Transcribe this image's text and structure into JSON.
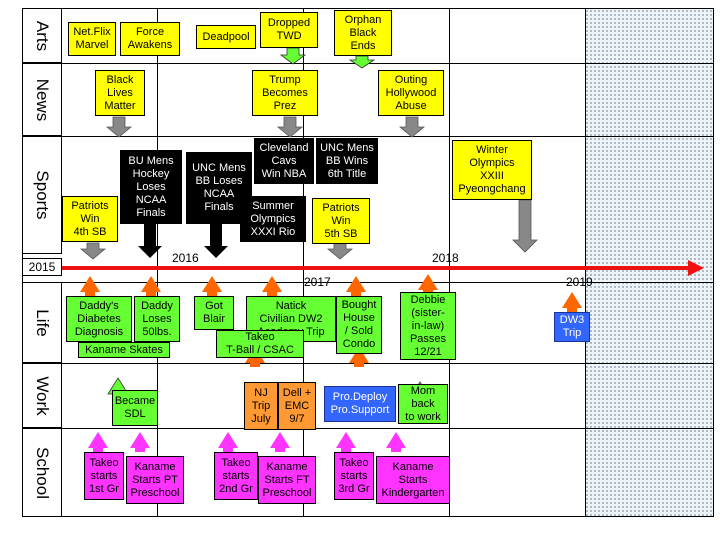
{
  "categories": [
    "Arts",
    "News",
    "Sports",
    "Life",
    "Work",
    "School"
  ],
  "timeline": {
    "years": [
      "2015",
      "2016",
      "2017",
      "2018",
      "2019"
    ],
    "axis_color": "#ee1111"
  },
  "colors": {
    "arts": "#ffff00",
    "news": "#ffff00",
    "sports_dark": "#000000",
    "sports_light": "#ffff00",
    "life_work": "#66ff33",
    "school": "#ff33ff",
    "arrow_up": "#ff6600",
    "arrow_gray": "#888888",
    "trip_box": "#3366ff"
  },
  "events": {
    "netflix": "Net.Flix\nMarvel",
    "force": "Force\nAwakens",
    "deadpool": "Deadpool",
    "dropped_twd": "Dropped\nTWD",
    "orphan_black": "Orphan\nBlack\nEnds",
    "blm": "Black\nLives\nMatter",
    "trump": "Trump\nBecomes\nPrez",
    "hollywood": "Outing\nHollywood\nAbuse",
    "patriots_sb49": "Patriots\nWin\n4th SB",
    "bu_hockey": "BU Mens\nHockey\nLoses\nNCAA\nFinals",
    "unc_loses": "UNC Mens\nBB Loses\nNCAA\nFinals",
    "cavs": "Cleveland\nCavs\nWin NBA",
    "unc_wins": "UNC Mens\nBB Wins\n6th Title",
    "summer_olympics": "Summer\nOlympics\nXXXI Rio",
    "patriots_sb51": "Patriots\nWin\n5th SB",
    "winter_olympics": "Winter\nOlympics\nXXIII\nPyeongchang",
    "daddys_diabetes": "Daddy's\nDiabetes\nDiagnosis",
    "daddy_loses": "Daddy\nLoses\n50lbs.",
    "kaname_skates": "Kaname Skates",
    "got_blair": "Got\nBlair",
    "natick": "Natick\nCivilian DW2\nAcademy Trip",
    "bought_house": "Bought\nHouse\n/ Sold\nCondo",
    "takeo_tball": "Takeo\nT-Ball / CSAC",
    "debbie": "Debbie\n(sister-\nin-law)\nPasses\n12/21",
    "dw3": "DW3\nTrip",
    "became_sdl": "Became\nSDL",
    "nj_trip": "NJ\nTrip\nJuly",
    "dell_emc": "Dell +\nEMC\n9/7",
    "prodeploy": "Pro.Deploy\nPro.Support",
    "mom_back": "Mom\nback\nto work",
    "takeo_1st": "Takeo\nstarts\n1st Gr",
    "kaname_pt": "Kaname\nStarts PT\nPreschool",
    "takeo_2nd": "Takeo\nstarts\n2nd Gr",
    "kaname_ft": "Kaname\nStarts FT\nPreschool",
    "takeo_3rd": "Takeo\nstarts\n3rd Gr",
    "kaname_k": "Kaname\nStarts\nKindergarten"
  }
}
